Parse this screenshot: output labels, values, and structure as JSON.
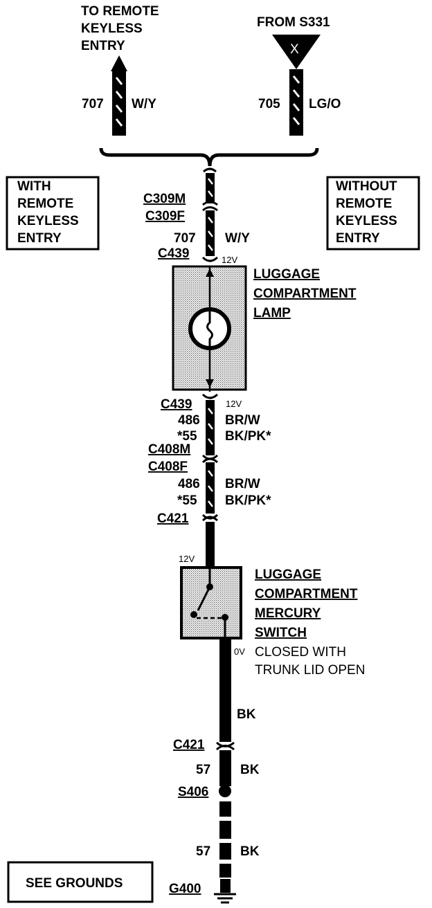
{
  "top_left": {
    "heading": [
      "TO REMOTE",
      "KEYLESS",
      "ENTRY"
    ],
    "circuit": "707",
    "color": "W/Y"
  },
  "top_right": {
    "heading": "FROM S331",
    "splice_mark": "X",
    "circuit": "705",
    "color": "LG/O"
  },
  "box_left": [
    "WITH",
    "REMOTE",
    "KEYLESS",
    "ENTRY"
  ],
  "box_right": [
    "WITHOUT",
    "REMOTE",
    "KEYLESS",
    "ENTRY"
  ],
  "upper_connectors": {
    "c309m": "C309M",
    "c309f": "C309F",
    "circuit": "707",
    "color": "W/Y",
    "c439": "C439",
    "voltage": "12V"
  },
  "lamp": {
    "title": [
      "LUGGAGE",
      "COMPARTMENT",
      "LAMP"
    ]
  },
  "lamp_out": {
    "c439": "C439",
    "voltage": "12V",
    "circuit_1": "486",
    "color_1": "BR/W",
    "circuit_2": "*55",
    "color_2": "BK/PK*"
  },
  "mid_connectors": {
    "c408m": "C408M",
    "c408f": "C408F",
    "circuit_1": "486",
    "color_1": "BR/W",
    "circuit_2": "*55",
    "color_2": "BK/PK*",
    "c421": "C421"
  },
  "switch": {
    "voltage_in": "12V",
    "title": [
      "LUGGAGE",
      "COMPARTMENT",
      "MERCURY",
      "SWITCH"
    ],
    "voltage_out": "0V",
    "note": [
      "CLOSED WITH",
      "TRUNK LID OPEN"
    ]
  },
  "lower": {
    "color_bk": "BK",
    "c421": "C421",
    "circuit_1": "57",
    "color_1": "BK",
    "splice": "S406",
    "circuit_2": "57",
    "color_2": "BK",
    "ground": "G400"
  },
  "see_grounds": "SEE GROUNDS"
}
